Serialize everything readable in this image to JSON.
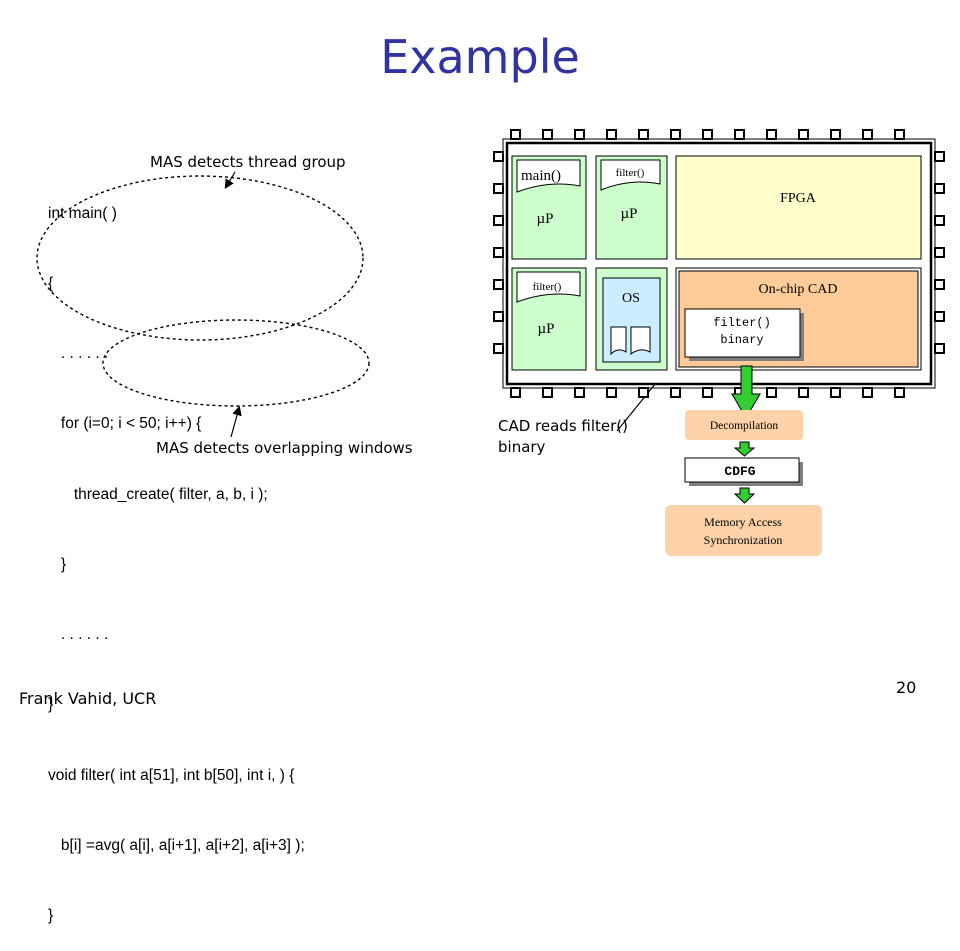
{
  "title": "Example",
  "code_lines": [
    "int main( )",
    "{",
    "   . . . . . .",
    "   for (i=0; i < 50; i++) {",
    "      thread_create( filter, a, b, i );",
    "   }",
    "   . . . . . .",
    "}",
    "void filter( int a[51], int b[50], int i, ) {",
    "   b[i] =avg( a[i], a[i+1], a[i+2], a[i+3] );",
    "}"
  ],
  "annotations": {
    "thread_group": "MAS detects thread group",
    "overlapping_windows": "MAS detects overlapping windows",
    "cad_reads": "CAD reads filter() binary"
  },
  "chip": {
    "proc1_label": "main()",
    "proc1_cpu": "µP",
    "proc2_label": "filter()",
    "proc2_cpu": "µP",
    "proc3_label": "filter()",
    "proc3_cpu": "µP",
    "os_label": "OS",
    "fpga_label": "FPGA",
    "cad_label": "On-chip CAD",
    "binary_line1": "filter()",
    "binary_line2": "binary"
  },
  "flow": {
    "decompilation": "Decompilation",
    "cdfg": "CDFG",
    "mas_line1": "Memory Access",
    "mas_line2": "Synchronization"
  },
  "footer": {
    "author": "Frank Vahid, UCR",
    "page": "20"
  },
  "colors": {
    "title": "#3333a0",
    "processor_fill": "#ccffcc",
    "fpga_fill": "#ffffcc",
    "cad_fill": "#ffcc99",
    "os_inner_fill": "#ccecff",
    "flow_fill": "#fdd2a8",
    "arrow_fill": "#33cc33"
  }
}
